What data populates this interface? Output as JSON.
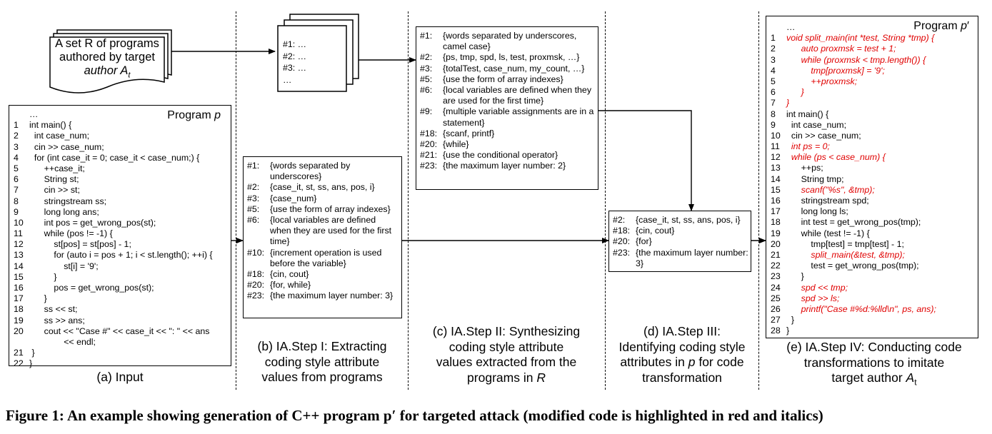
{
  "input_doc": {
    "line1": "A set R of programs",
    "line2": "authored by target",
    "line3": "author A",
    "sub": "t"
  },
  "stack": {
    "items": [
      "#1:  …",
      "#2:  …",
      "#3:  …",
      "…"
    ]
  },
  "program_p": {
    "title": "Program p",
    "lines": [
      {
        "n": "",
        "t": "…"
      },
      {
        "n": "1",
        "t": "int main() {"
      },
      {
        "n": "2",
        "t": "  int case_num;"
      },
      {
        "n": "3",
        "t": "  cin >> case_num;"
      },
      {
        "n": "4",
        "t": "  for (int case_it = 0; case_it < case_num;) {"
      },
      {
        "n": "5",
        "t": "      ++case_it;"
      },
      {
        "n": "6",
        "t": "      String st;"
      },
      {
        "n": "7",
        "t": "      cin >> st;"
      },
      {
        "n": "8",
        "t": "      stringstream ss;"
      },
      {
        "n": "9",
        "t": "      long long ans;"
      },
      {
        "n": "10",
        "t": "      int pos = get_wrong_pos(st);"
      },
      {
        "n": "11",
        "t": "      while (pos != -1) {"
      },
      {
        "n": "12",
        "t": "          st[pos] = st[pos] - 1;"
      },
      {
        "n": "13",
        "t": "          for (auto i = pos + 1; i < st.length(); ++i) {"
      },
      {
        "n": "14",
        "t": "              st[i] = '9';"
      },
      {
        "n": "15",
        "t": "          }"
      },
      {
        "n": "16",
        "t": "          pos = get_wrong_pos(st);"
      },
      {
        "n": "17",
        "t": "      }"
      },
      {
        "n": "18",
        "t": "      ss << st;"
      },
      {
        "n": "19",
        "t": "      ss >> ans;"
      },
      {
        "n": "20",
        "t": "      cout << \"Case #\" << case_it << \": \" << ans"
      },
      {
        "n": "",
        "t": "              << endl;"
      },
      {
        "n": "21",
        "t": " }"
      },
      {
        "n": "22",
        "t": "}"
      }
    ]
  },
  "step1": {
    "rows": [
      {
        "k": "#1:",
        "v": "{words separated by underscores}"
      },
      {
        "k": "#2:",
        "v": "{case_it, st, ss, ans, pos, i}"
      },
      {
        "k": "#3:",
        "v": "{case_num}"
      },
      {
        "k": "#5:",
        "v": "{use the form of array indexes}"
      },
      {
        "k": "#6:",
        "v": "{local variables are defined when they are used for the first time}"
      },
      {
        "k": "#10:",
        "v": "{increment operation is used before the variable}"
      },
      {
        "k": "#18:",
        "v": "{cin, cout}"
      },
      {
        "k": "#20:",
        "v": "{for, while}"
      },
      {
        "k": "#23:",
        "v": "{the maximum layer number: 3}"
      }
    ]
  },
  "step2": {
    "rows": [
      {
        "k": "#1:",
        "v": "{words separated by underscores, camel case}"
      },
      {
        "k": "#2:",
        "v": "{ps, tmp, spd, ls, test, proxmsk, …}"
      },
      {
        "k": "#3:",
        "v": "{totalTest, case_num, my_count, …}"
      },
      {
        "k": "#5:",
        "v": "{use the form of array indexes}"
      },
      {
        "k": "#6:",
        "v": "{local variables are defined when they are used for the first  time}"
      },
      {
        "k": "#9:",
        "v": "{multiple variable assignments are in a statement}"
      },
      {
        "k": "#18:",
        "v": "{scanf, printf}"
      },
      {
        "k": "#20:",
        "v": "{while}"
      },
      {
        "k": "#21:",
        "v": "{use the conditional operator}"
      },
      {
        "k": "#23:",
        "v": "{the maximum layer number: 2}"
      }
    ]
  },
  "step3": {
    "rows": [
      {
        "k": "#2:",
        "v": "{case_it, st, ss, ans, pos, i}"
      },
      {
        "k": "#18:",
        "v": "{cin, cout}"
      },
      {
        "k": "#20:",
        "v": "{for}"
      },
      {
        "k": "#23:",
        "v": "{the maximum layer number: 3}"
      }
    ]
  },
  "program_p_prime": {
    "title": "Program p′",
    "lines": [
      {
        "n": "",
        "t": "…",
        "r": false
      },
      {
        "n": "1",
        "t": "void split_main(int *test, String *tmp) {",
        "r": true
      },
      {
        "n": "2",
        "t": "      auto proxmsk = test + 1;",
        "r": true
      },
      {
        "n": "3",
        "t": "      while (proxmsk < tmp.length()) {",
        "r": true
      },
      {
        "n": "4",
        "t": "          tmp[proxmsk] = '9';",
        "r": true
      },
      {
        "n": "5",
        "t": "          ++proxmsk;",
        "r": true
      },
      {
        "n": "6",
        "t": "      }",
        "r": true
      },
      {
        "n": "7",
        "t": "}",
        "r": true
      },
      {
        "n": "8",
        "t": "int main() {",
        "r": false
      },
      {
        "n": "9",
        "t": "  int case_num;",
        "r": false
      },
      {
        "n": "10",
        "t": "  cin >> case_num;",
        "r": false
      },
      {
        "n": "11",
        "t": "  int ps = 0;",
        "r": true
      },
      {
        "n": "12",
        "t": "  while (ps < case_num) {",
        "r": true
      },
      {
        "n": "13",
        "t": "      ++ps;",
        "r": false
      },
      {
        "n": "14",
        "t": "      String tmp;",
        "r": false
      },
      {
        "n": "15",
        "t": "      scanf(\"%s\", &tmp);",
        "r": true
      },
      {
        "n": "16",
        "t": "      stringstream spd;",
        "r": false
      },
      {
        "n": "17",
        "t": "      long long ls;",
        "r": false
      },
      {
        "n": "18",
        "t": "      int test = get_wrong_pos(tmp);",
        "r": false
      },
      {
        "n": "19",
        "t": "      while (test != -1) {",
        "r": false
      },
      {
        "n": "20",
        "t": "          tmp[test] = tmp[test] - 1;",
        "r": false
      },
      {
        "n": "21",
        "t": "          split_main(&test, &tmp);",
        "r": true
      },
      {
        "n": "22",
        "t": "          test = get_wrong_pos(tmp);",
        "r": false
      },
      {
        "n": "23",
        "t": "      }",
        "r": false
      },
      {
        "n": "24",
        "t": "      spd << tmp;",
        "r": true
      },
      {
        "n": "25",
        "t": "      spd >> ls;",
        "r": true
      },
      {
        "n": "26",
        "t": "      printf(\"Case #%d:%lld\\n\", ps, ans);",
        "r": true
      },
      {
        "n": "27",
        "t": "  }",
        "r": false
      },
      {
        "n": "28",
        "t": "}",
        "r": false
      }
    ]
  },
  "captions": {
    "a": "(a) Input",
    "b": [
      "(b) IA.Step I: Extracting",
      "coding style attribute",
      "values from programs"
    ],
    "c": [
      "(c) IA.Step II: Synthesizing",
      "coding style attribute",
      "values extracted from the",
      "programs in R"
    ],
    "d": [
      "(d) IA.Step III:",
      "Identifying coding style",
      "attributes in p for code",
      "transformation"
    ],
    "e": [
      "(e) IA.Step IV: Conducting code",
      "transformations to imitate",
      "target author A",
      "t"
    ]
  },
  "figure_caption": "Figure 1: An example showing generation of C++ program p′ for targeted attack (modified code is highlighted in red and italics)"
}
